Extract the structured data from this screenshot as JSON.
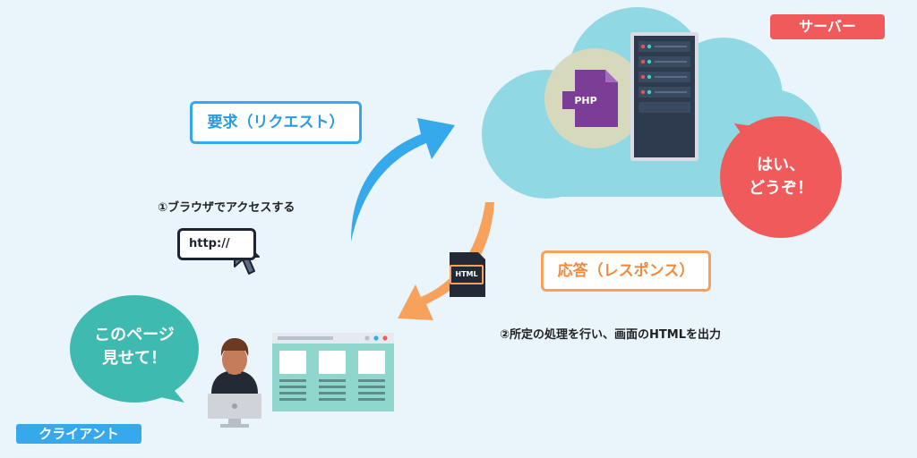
{
  "labels": {
    "server": "サーバー",
    "client": "クライアント",
    "request": "要求（リクエスト）",
    "response": "応答（レスポンス）",
    "step1": "①ブラウザでアクセスする",
    "step2": "②所定の処理を行い、画面のHTMLを出力",
    "url": "http://",
    "server_bubble_line1": "はい、",
    "server_bubble_line2": "どうぞ！",
    "client_bubble_line1": "このページ",
    "client_bubble_line2": "見せて！",
    "php_badge": "PHP",
    "html_badge": "HTML"
  },
  "colors": {
    "background": "#e9f4fb",
    "cloud": "#8fd8e4",
    "server_tag": "#f05a5a",
    "client_tag": "#35a9ec",
    "request_arrow": "#35a9ec",
    "response_arrow": "#f7a25c",
    "server_bubble": "#f05a5a",
    "client_bubble": "#3fbab0",
    "php_file": "#7b3d96",
    "server_rack": "#2e3b4e"
  },
  "icons": {
    "cloud": "cloud-icon",
    "server_rack": "server-rack-icon",
    "php_file": "php-file-icon",
    "html_file": "html-file-icon",
    "cursor": "mouse-cursor-icon",
    "browser": "browser-window-icon",
    "user": "user-at-computer-icon"
  }
}
